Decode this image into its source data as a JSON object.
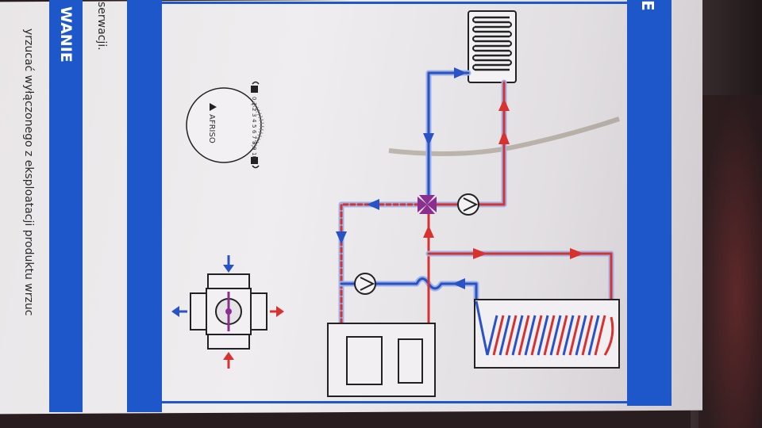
{
  "document": {
    "header_partial": "WANIE",
    "right_band_partial": "E",
    "text_fragment_top": "serwacji.",
    "text_fragment_side": "yrzucać wyłączonego z eksploatacji produktu wrzuc"
  },
  "dial": {
    "brand": "AFRISO",
    "scale_numbers": [
      "0",
      "1",
      "2",
      "3",
      "4",
      "5",
      "6",
      "7",
      "8",
      "9",
      "10"
    ]
  },
  "colors": {
    "band_blue": "#1d57c9",
    "pipe_red": "#d7322f",
    "pipe_blue": "#2952c4",
    "valve_purple": "#8a2f8f",
    "paper": "#ebe8ea"
  },
  "icons": {
    "radiator": "radiator-icon",
    "pump": "pump-icon",
    "mixing_valve": "mixing-valve-icon",
    "boiler": "boiler-icon",
    "tank": "storage-tank-icon"
  }
}
